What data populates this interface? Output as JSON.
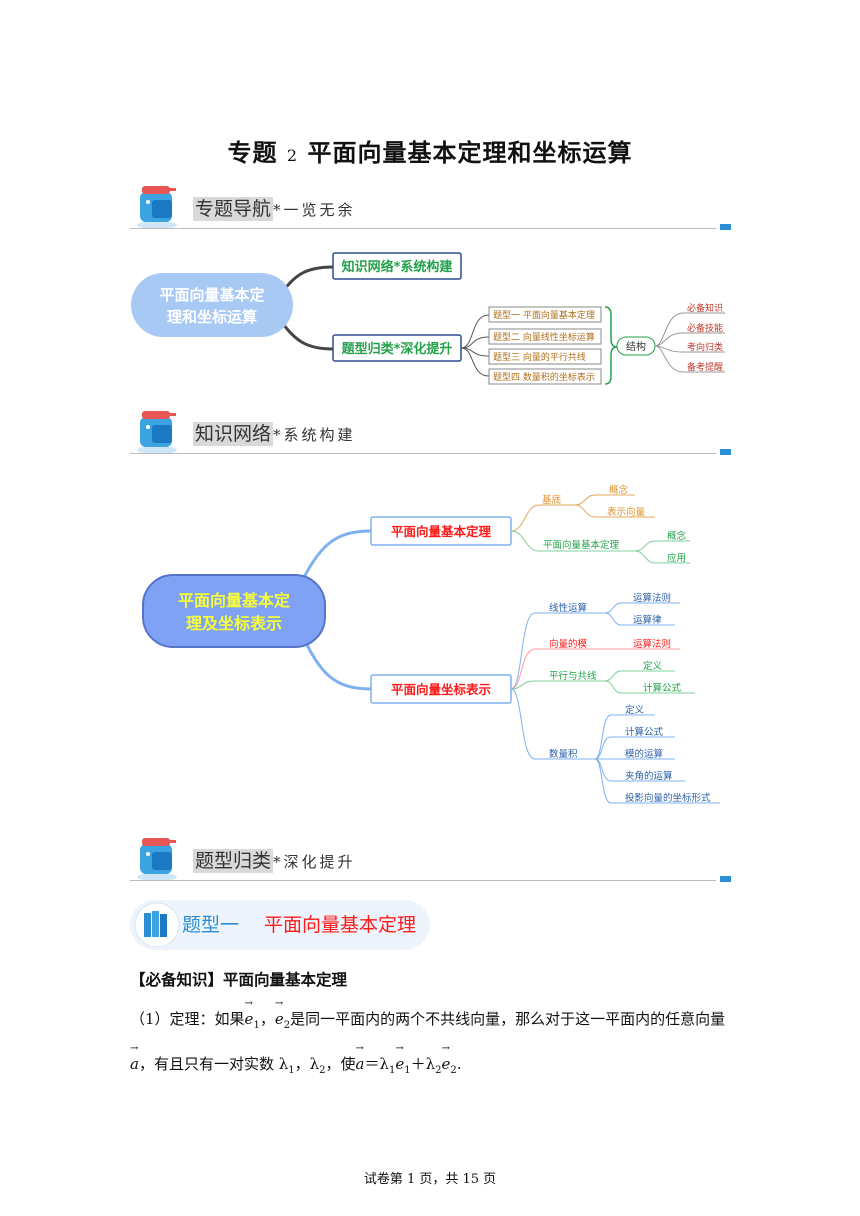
{
  "title": {
    "prefix": "专题",
    "num": "2",
    "rest": "平面向量基本定理和坐标运算"
  },
  "sections": [
    {
      "main": "专题导航",
      "sub": "*一览无余"
    },
    {
      "main": "知识网络",
      "sub": "*系统构建"
    },
    {
      "main": "题型归类",
      "sub": "*深化提升"
    }
  ],
  "map1": {
    "root": [
      "平面向量基本定",
      "理和坐标运算"
    ],
    "branch1": "知识网络*系统构建",
    "branch2": "题型归类*深化提升",
    "types": [
      "题型一 平面向量基本定理",
      "题型二 向量线性坐标运算",
      "题型三 向量的平行共线",
      "题型四 数量积的坐标表示"
    ],
    "structure": "结构",
    "leaves": [
      "必备知识",
      "必备技能",
      "考向归类",
      "备考提醒"
    ]
  },
  "map2": {
    "root": [
      "平面向量基本定",
      "理及坐标表示"
    ],
    "b1": "平面向量基本定理",
    "b1_jichu": "基底",
    "b1_jichu_leaves": [
      "概念",
      "表示向量"
    ],
    "b1_thm": "平面向量基本定理",
    "b1_thm_leaves": [
      "概念",
      "应用"
    ],
    "b2": "平面向量坐标表示",
    "linear": "线性运算",
    "linear_leaves": [
      "运算法则",
      "运算律"
    ],
    "mod": "向量的模",
    "mod_leaf": "运算法则",
    "para": "平行与共线",
    "para_leaves": [
      "定义",
      "计算公式"
    ],
    "dot": "数量积",
    "dot_leaves": [
      "定义",
      "计算公式",
      "模的运算",
      "夹角的运算",
      "投影向量的坐标形式"
    ]
  },
  "type1": {
    "label": "题型一",
    "title": "平面向量基本定理"
  },
  "content": {
    "heading": "【必备知识】平面向量基本定理",
    "p1a": "（1）定理：如果",
    "e1": "e",
    "sub1": "1",
    "comma": "，",
    "e2": "e",
    "sub2": "2",
    "p1b": "是同一平面内的两个不共线向量，那么对于这一平面内的任意向量",
    "a": "a",
    "p2a": "，有且只有一对实数 λ",
    "p2b": "，λ",
    "p2c": "，使",
    "eq": "＝λ",
    "plus": "＋λ",
    "period": "."
  },
  "footer": "试卷第 1 页，共 15 页",
  "colors": {
    "accent": "#2a8fd4",
    "red": "#ff1a1a",
    "green": "#22a24a",
    "orange": "#e0922e",
    "blue": "#2b61a8"
  }
}
